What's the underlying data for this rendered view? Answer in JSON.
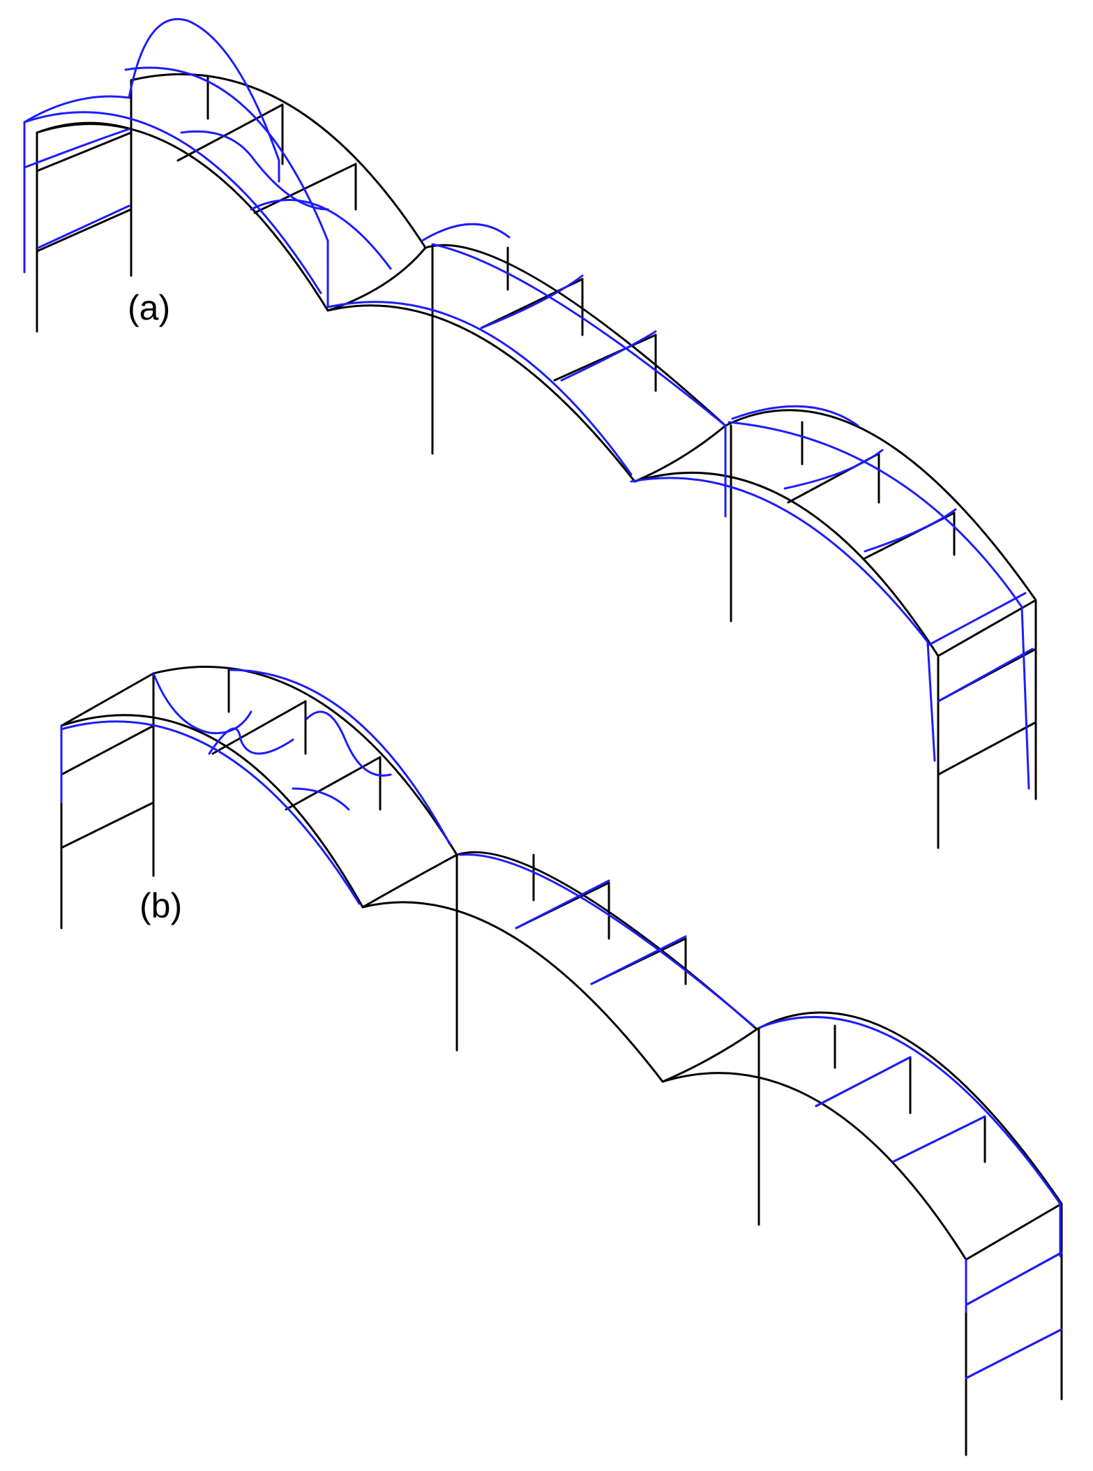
{
  "panels": [
    {
      "id": "a",
      "label": "(a)"
    },
    {
      "id": "b",
      "label": "(b)"
    }
  ],
  "colors": {
    "background": "#ffffff",
    "undeformed_structure": "#000000",
    "deformed_mode_shape": "#1c1cff"
  }
}
